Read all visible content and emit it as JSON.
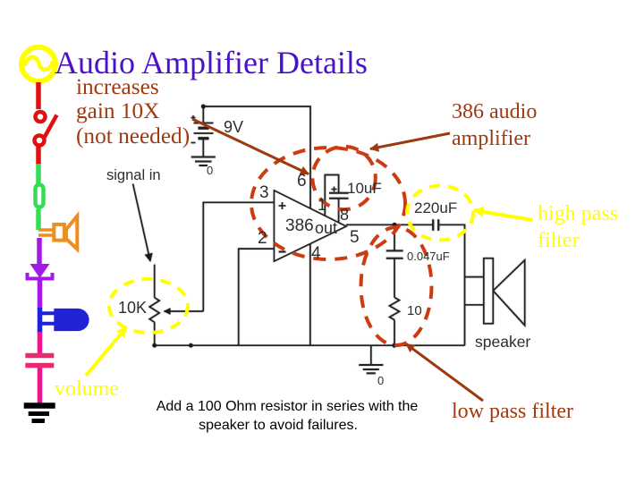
{
  "title": "Audio Amplifier Details",
  "colors": {
    "title": "#4a12c8",
    "darkred": "#9f3a10",
    "accentred": "#cc3c10",
    "yellow": "#ffff00",
    "ink": "#2e2e2e",
    "wire_red": "#e01010",
    "wire_green": "#33dd55",
    "wire_orange": "#ef8e1c",
    "wire_purple": "#a31ae8",
    "wire_blue": "#2121d6",
    "wire_magenta": "#e8178a",
    "cap_magenta": "#ea2a70",
    "black": "#000000"
  },
  "annotations": {
    "gain_note_line1": "increases",
    "gain_note_line2": "gain 10X",
    "gain_note_line3": "(not needed)",
    "amp_label_line1": "386 audio",
    "amp_label_line2": "amplifier",
    "highpass_line1": "high pass",
    "highpass_line2": "filter",
    "lowpass": "low pass filter",
    "volume": "volume",
    "note_line1": "Add a 100 Ohm resistor in series with the",
    "note_line2": "speaker to avoid failures."
  },
  "schematic": {
    "battery": "9V",
    "battery_ground": "0",
    "signal_in": "signal in",
    "pot": "10K",
    "gain_cap": "10uF",
    "output_cap": "220uF",
    "filter_cap": "0.047uF",
    "filter_res": "10",
    "speaker": "speaker",
    "ground": "0",
    "ic": "386",
    "out": "out",
    "pin1": "1",
    "pin2": "2",
    "pin3": "3",
    "pin4": "4",
    "pin5": "5",
    "pin6": "6",
    "pin8": "8"
  }
}
